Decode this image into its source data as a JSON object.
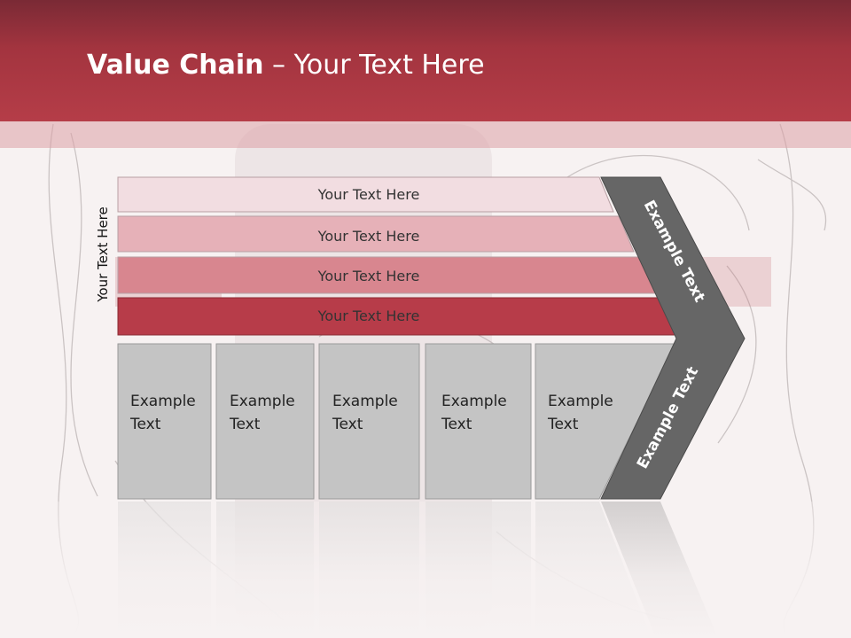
{
  "title": {
    "bold": "Value Chain",
    "rest": " – Your Text Here"
  },
  "side_label": "Your Text Here",
  "rows": [
    {
      "label": "Your Text Here",
      "color": "#f2dde1"
    },
    {
      "label": "Your Text Here",
      "color": "#e6b1b8"
    },
    {
      "label": "Your Text Here",
      "color": "#d8868f"
    },
    {
      "label": "Your Text Here",
      "color": "#b73c49"
    }
  ],
  "columns": [
    {
      "line1": "Example",
      "line2": "Text"
    },
    {
      "line1": "Example",
      "line2": "Text"
    },
    {
      "line1": "Example",
      "line2": "Text"
    },
    {
      "line1": "Example",
      "line2": "Text"
    },
    {
      "line1": "Example",
      "line2": "Text"
    }
  ],
  "chevron_top": "Example Text",
  "chevron_bottom": "Example Text",
  "colors": {
    "title_band": "#b53d48",
    "chevron": "#666666",
    "column": "#c4c4c4"
  }
}
